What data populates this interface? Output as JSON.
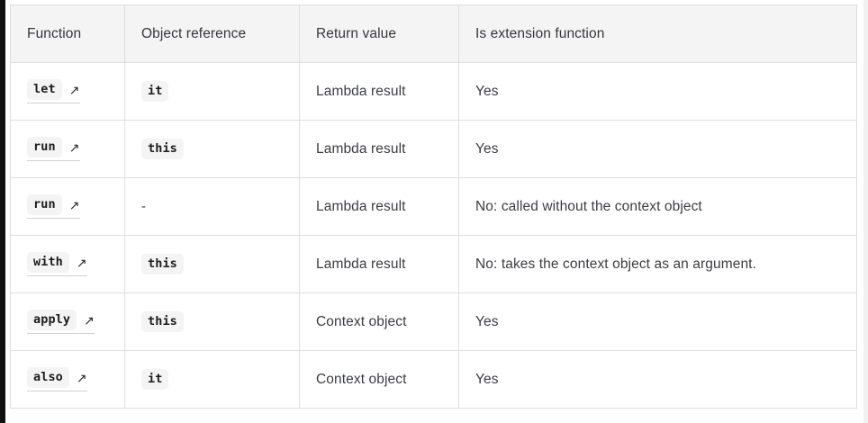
{
  "table": {
    "columns": [
      {
        "key": "function",
        "label": "Function"
      },
      {
        "key": "object_reference",
        "label": "Object reference"
      },
      {
        "key": "return_value",
        "label": "Return value"
      },
      {
        "key": "is_extension",
        "label": "Is extension function"
      }
    ],
    "external_link_icon": "↗",
    "rows": [
      {
        "function": "let",
        "object_reference": "it",
        "object_reference_is_code": true,
        "return_value": "Lambda result",
        "is_extension": "Yes"
      },
      {
        "function": "run",
        "object_reference": "this",
        "object_reference_is_code": true,
        "return_value": "Lambda result",
        "is_extension": "Yes"
      },
      {
        "function": "run",
        "object_reference": "-",
        "object_reference_is_code": false,
        "return_value": "Lambda result",
        "is_extension": "No: called without the context object"
      },
      {
        "function": "with",
        "object_reference": "this",
        "object_reference_is_code": true,
        "return_value": "Lambda result",
        "is_extension": "No: takes the context object as an argument."
      },
      {
        "function": "apply",
        "object_reference": "this",
        "object_reference_is_code": true,
        "return_value": "Context object",
        "is_extension": "Yes"
      },
      {
        "function": "also",
        "object_reference": "it",
        "object_reference_is_code": true,
        "return_value": "Context object",
        "is_extension": "Yes"
      }
    ]
  },
  "colors": {
    "header_background": "#f4f4f4",
    "chip_background": "#f4f4f4",
    "border": "#dedee0",
    "text": "#3c3d41",
    "code_text": "#1c1c1f",
    "left_strip": "#101012"
  }
}
